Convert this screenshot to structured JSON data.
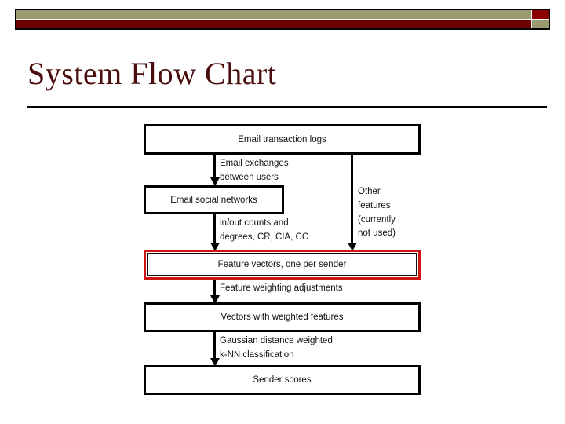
{
  "slide": {
    "title": "System Flow Chart",
    "title_color": "#4a0d0d",
    "background_color": "#ffffff"
  },
  "header_banner": {
    "name": "decorative-banner",
    "top_bar_color": "#9a9a6e",
    "bottom_bar_color": "#6b0000",
    "accent_square_top_color": "#8b0000",
    "accent_square_bottom_color": "#9a9a6e",
    "frame_color": "#000000"
  },
  "chart_data": {
    "type": "flowchart",
    "title": "System Flow Chart",
    "orientation": "top-to-bottom",
    "highlight_color": "#cf1414",
    "node_border_color": "#000000",
    "nodes": [
      {
        "id": "n1",
        "label": "Email transaction logs",
        "highlighted": false
      },
      {
        "id": "n2",
        "label": "Email social networks",
        "highlighted": false
      },
      {
        "id": "n3",
        "label": "Feature vectors, one per sender",
        "highlighted": true
      },
      {
        "id": "n4",
        "label": "Vectors with weighted features",
        "highlighted": false
      },
      {
        "id": "n5",
        "label": "Sender scores",
        "highlighted": false
      }
    ],
    "edges": [
      {
        "from": "n1",
        "to": "n2",
        "label": "Email exchanges\nbetween users"
      },
      {
        "from": "n1",
        "to": "n3",
        "label": "Other\nfeatures\n(currently\nnot used)"
      },
      {
        "from": "n2",
        "to": "n3",
        "label": "in/out counts and\ndegrees, CR, CIA, CC"
      },
      {
        "from": "n3",
        "to": "n4",
        "label": "Feature weighting adjustments"
      },
      {
        "from": "n4",
        "to": "n5",
        "label": "Gaussian distance weighted\nk-NN classification"
      }
    ]
  }
}
